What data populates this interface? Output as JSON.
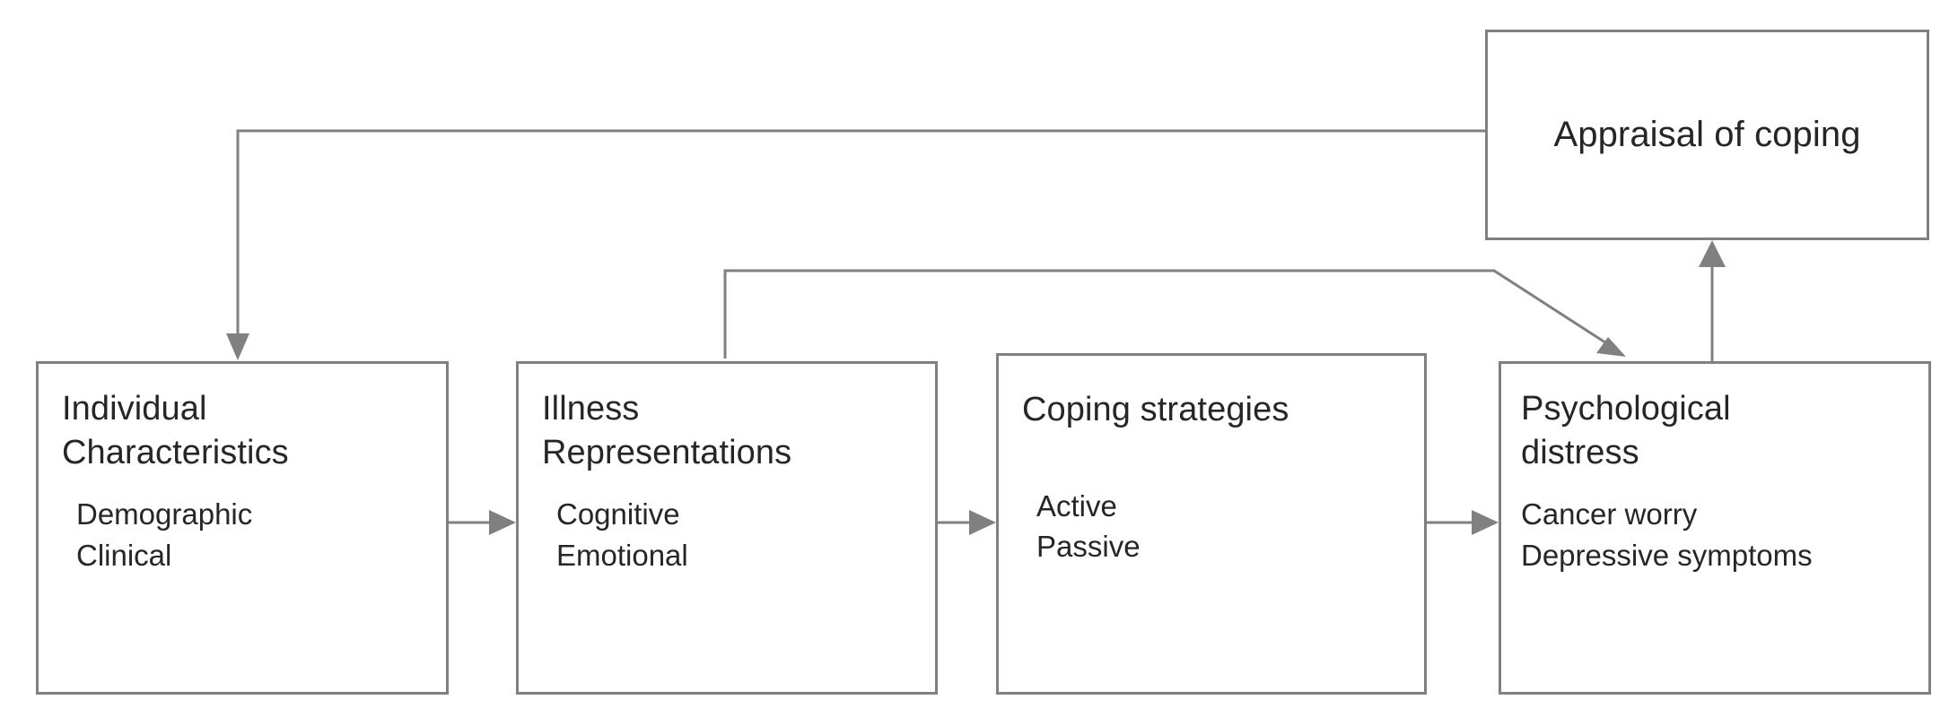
{
  "diagram": {
    "type": "flow-diagram",
    "title": "",
    "background_color": "#ffffff",
    "line_color": "#808080",
    "text_color": "#262626",
    "nodes": [
      {
        "id": "individual-characteristics",
        "title": "Individual\nCharacteristics",
        "sub_items": [
          "Demographic",
          "Clinical"
        ]
      },
      {
        "id": "illness-representations",
        "title": "Illness\nRepresentations",
        "sub_items": [
          "Cognitive",
          "Emotional"
        ]
      },
      {
        "id": "coping-strategies",
        "title": "Coping strategies",
        "sub_items": [
          "Active",
          "Passive"
        ]
      },
      {
        "id": "psychological-distress",
        "title": "Psychological\ndistress",
        "sub_items": [
          "Cancer worry",
          "Depressive symptoms"
        ]
      },
      {
        "id": "appraisal-of-coping",
        "title": "Appraisal of coping",
        "sub_items": []
      }
    ],
    "edges": [
      {
        "from": "individual-characteristics",
        "to": "illness-representations",
        "style": "arrow"
      },
      {
        "from": "illness-representations",
        "to": "coping-strategies",
        "style": "arrow"
      },
      {
        "from": "coping-strategies",
        "to": "psychological-distress",
        "style": "arrow"
      },
      {
        "from": "illness-representations",
        "to": "psychological-distress",
        "style": "elbow-arrow"
      },
      {
        "from": "psychological-distress",
        "to": "appraisal-of-coping",
        "style": "arrow-up"
      },
      {
        "from": "appraisal-of-coping",
        "to": "individual-characteristics",
        "style": "feedback-elbow-arrow"
      }
    ]
  }
}
